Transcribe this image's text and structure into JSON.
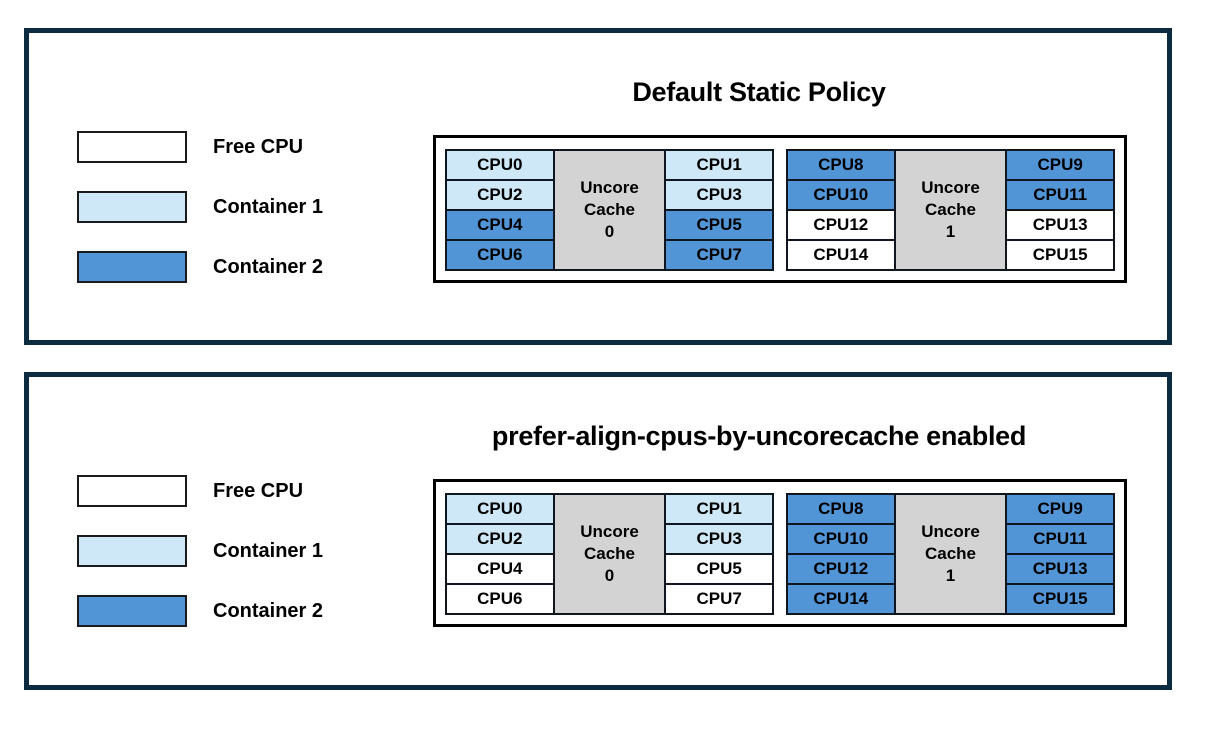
{
  "colors": {
    "free": "#ffffff",
    "container1": "#cfe8f7",
    "container2": "#5295d7",
    "cache": "#d3d3d3",
    "panel_border": "#0d2b40",
    "box_border": "#000000",
    "cell_border": "#10161f",
    "text": "#000000"
  },
  "legend": {
    "items": [
      {
        "label": "Free CPU",
        "fill": "free"
      },
      {
        "label": "Container 1",
        "fill": "container1"
      },
      {
        "label": "Container 2",
        "fill": "container2"
      }
    ]
  },
  "panels": [
    {
      "title": "Default Static Policy",
      "groups": [
        {
          "cache_lines": [
            "Uncore",
            "Cache",
            "0"
          ],
          "left_cells": [
            {
              "label": "CPU0",
              "fill": "container1"
            },
            {
              "label": "CPU2",
              "fill": "container1"
            },
            {
              "label": "CPU4",
              "fill": "container2"
            },
            {
              "label": "CPU6",
              "fill": "container2"
            }
          ],
          "right_cells": [
            {
              "label": "CPU1",
              "fill": "container1"
            },
            {
              "label": "CPU3",
              "fill": "container1"
            },
            {
              "label": "CPU5",
              "fill": "container2"
            },
            {
              "label": "CPU7",
              "fill": "container2"
            }
          ]
        },
        {
          "cache_lines": [
            "Uncore",
            "Cache",
            "1"
          ],
          "left_cells": [
            {
              "label": "CPU8",
              "fill": "container2"
            },
            {
              "label": "CPU10",
              "fill": "container2"
            },
            {
              "label": "CPU12",
              "fill": "free"
            },
            {
              "label": "CPU14",
              "fill": "free"
            }
          ],
          "right_cells": [
            {
              "label": "CPU9",
              "fill": "container2"
            },
            {
              "label": "CPU11",
              "fill": "container2"
            },
            {
              "label": "CPU13",
              "fill": "free"
            },
            {
              "label": "CPU15",
              "fill": "free"
            }
          ]
        }
      ]
    },
    {
      "title": "prefer-align-cpus-by-uncorecache enabled",
      "groups": [
        {
          "cache_lines": [
            "Uncore",
            "Cache",
            "0"
          ],
          "left_cells": [
            {
              "label": "CPU0",
              "fill": "container1"
            },
            {
              "label": "CPU2",
              "fill": "container1"
            },
            {
              "label": "CPU4",
              "fill": "free"
            },
            {
              "label": "CPU6",
              "fill": "free"
            }
          ],
          "right_cells": [
            {
              "label": "CPU1",
              "fill": "container1"
            },
            {
              "label": "CPU3",
              "fill": "container1"
            },
            {
              "label": "CPU5",
              "fill": "free"
            },
            {
              "label": "CPU7",
              "fill": "free"
            }
          ]
        },
        {
          "cache_lines": [
            "Uncore",
            "Cache",
            "1"
          ],
          "left_cells": [
            {
              "label": "CPU8",
              "fill": "container2"
            },
            {
              "label": "CPU10",
              "fill": "container2"
            },
            {
              "label": "CPU12",
              "fill": "container2"
            },
            {
              "label": "CPU14",
              "fill": "container2"
            }
          ],
          "right_cells": [
            {
              "label": "CPU9",
              "fill": "container2"
            },
            {
              "label": "CPU11",
              "fill": "container2"
            },
            {
              "label": "CPU13",
              "fill": "container2"
            },
            {
              "label": "CPU15",
              "fill": "container2"
            }
          ]
        }
      ]
    }
  ]
}
